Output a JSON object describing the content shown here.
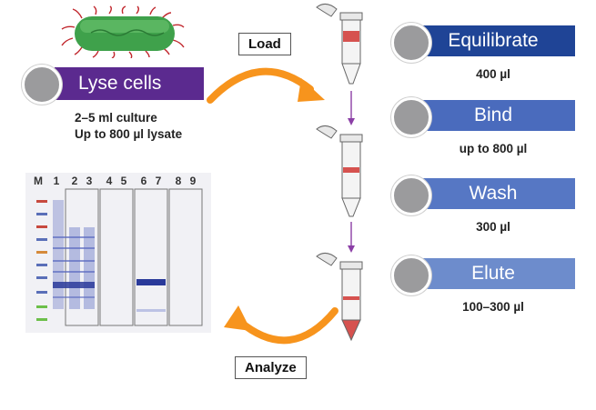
{
  "lyse": {
    "label": "Lyse cells",
    "note_line1": "2–5  ml culture",
    "note_line2": "Up to 800 µl lysate"
  },
  "callouts": {
    "load": "Load",
    "analyze": "Analyze"
  },
  "steps": [
    {
      "label": "Equilibrate",
      "volume": "400 µl",
      "color": "#1f4496"
    },
    {
      "label": "Bind",
      "volume": "up to 800 µl",
      "color": "#4a6bbd"
    },
    {
      "label": "Wash",
      "volume": "300 µl",
      "color": "#5677c4"
    },
    {
      "label": "Elute",
      "volume": "100–300 µl",
      "color": "#6d8ccc"
    }
  ],
  "gel": {
    "lanes": [
      "M",
      "1",
      "2",
      "3",
      "4",
      "5",
      "6",
      "7",
      "8",
      "9"
    ]
  },
  "colors": {
    "arrow": "#f7941d",
    "connector": "#8b3fa6",
    "lyse_bar": "#5b2a8f"
  }
}
